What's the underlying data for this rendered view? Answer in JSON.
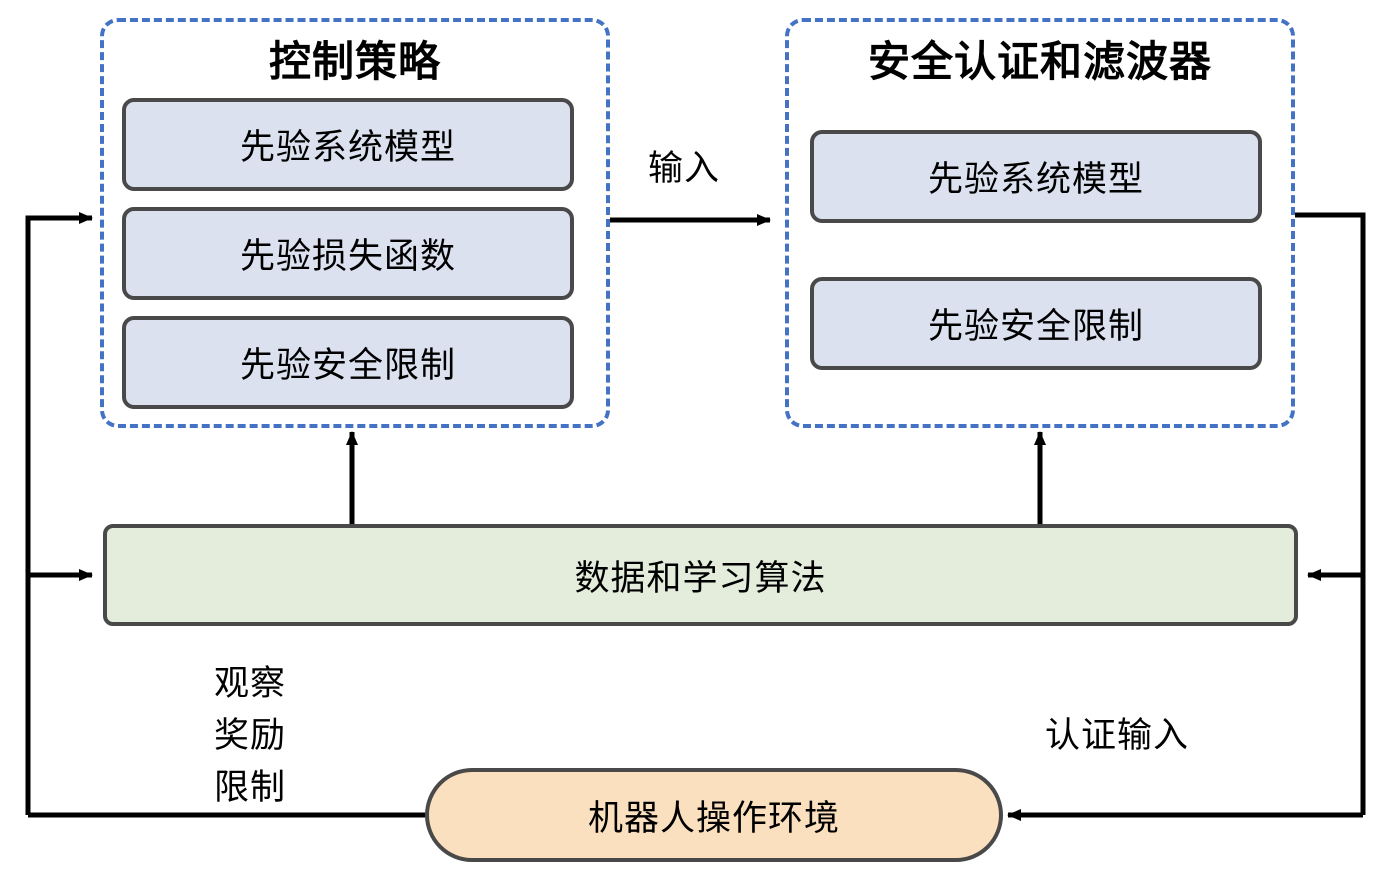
{
  "diagram": {
    "title_implicit": "",
    "colors": {
      "dashed_border": "#4472C4",
      "sub_box_fill": "#DCE1EF",
      "sub_box_border": "#494949",
      "green_bar_fill": "#E4EDDC",
      "orange_pill_fill": "#FAE0BE",
      "wire": "#000000"
    },
    "control_policy_group": {
      "title": "控制策略",
      "items": [
        {
          "label": "先验系统模型"
        },
        {
          "label": "先验损失函数"
        },
        {
          "label": "先验安全限制"
        }
      ]
    },
    "safety_cert_group": {
      "title": "安全认证和滤波器",
      "items": [
        {
          "label": "先验系统模型"
        },
        {
          "label": "先验安全限制"
        }
      ]
    },
    "learning_bar": {
      "label": "数据和学习算法"
    },
    "environment_pill": {
      "label": "机器人操作环境"
    },
    "edges": [
      {
        "name": "input",
        "label": "输入"
      },
      {
        "name": "observation-reward-constraint",
        "label": "观察\n奖励\n限制"
      },
      {
        "name": "certified-input",
        "label": "认证输入"
      }
    ]
  }
}
